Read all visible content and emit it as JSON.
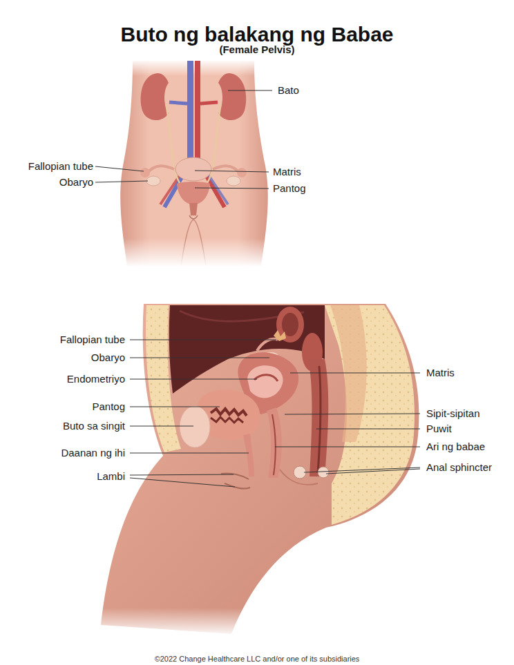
{
  "diagram": {
    "title": "Buto ng balakang ng Babae",
    "labels": [
      "(Female Pelvis)",
      "Bato",
      "Fallopian tube",
      "Matris",
      "Obaryo",
      "Pantog",
      "Fallopian tube",
      "Obaryo",
      "Endometriyo",
      "Matris",
      "Pantog",
      "Sipit-sipitan",
      "Buto sa singit",
      "Puwit",
      "Daanan ng ihi",
      "Ari ng babae",
      "Anal sphincter",
      "Lambi",
      "©2022 Change Healthcare LLC and/or one of its subsidiaries"
    ]
  }
}
